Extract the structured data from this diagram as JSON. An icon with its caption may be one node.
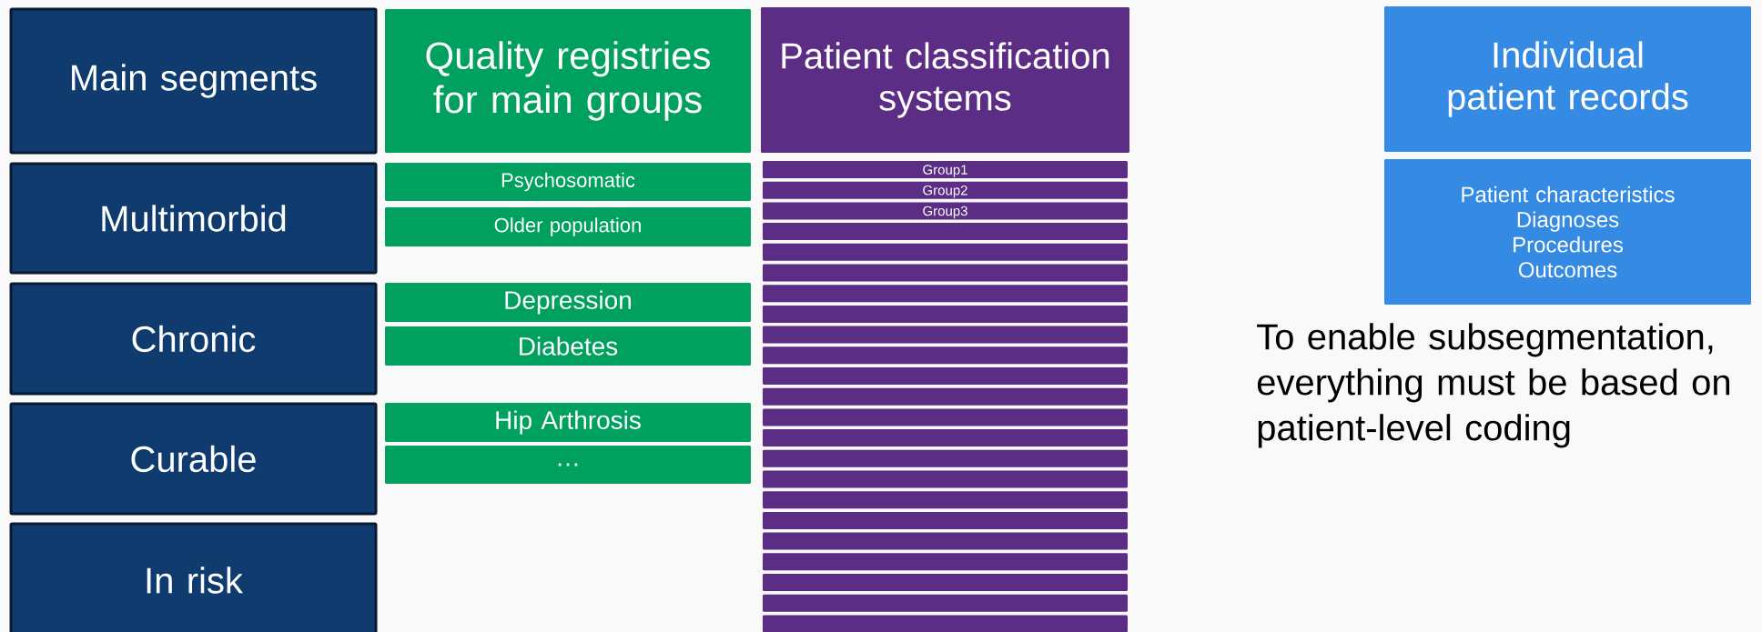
{
  "diagram": {
    "nodes": [
      {
        "text": [
          "Main segments"
        ]
      },
      {
        "text": [
          "Multimorbid"
        ]
      },
      {
        "text": [
          "Chronic"
        ]
      },
      {
        "text": [
          "Curable"
        ]
      },
      {
        "text": [
          "In risk"
        ]
      },
      {
        "text": [
          "Quality registries for main groups"
        ]
      },
      {
        "text": [
          "Psychosomatic"
        ]
      },
      {
        "text": [
          "Older population"
        ]
      },
      {
        "text": [
          "Depression"
        ]
      },
      {
        "text": [
          "Diabetes"
        ]
      },
      {
        "text": [
          "Hip Arthrosis"
        ]
      },
      {
        "text": [
          "…"
        ]
      },
      {
        "text": [
          "Patient classification systems"
        ]
      },
      {
        "text": [
          "Group1"
        ]
      },
      {
        "text": [
          "Group2"
        ]
      },
      {
        "text": [
          "Group3"
        ]
      },
      {
        "text": [],
        "shape": "bar"
      },
      {
        "text": [],
        "shape": "bar"
      },
      {
        "text": [],
        "shape": "bar"
      },
      {
        "text": [],
        "shape": "bar"
      },
      {
        "text": [],
        "shape": "bar"
      },
      {
        "text": [],
        "shape": "bar"
      },
      {
        "text": [],
        "shape": "bar"
      },
      {
        "text": [],
        "shape": "bar"
      },
      {
        "text": [],
        "shape": "bar"
      },
      {
        "text": [],
        "shape": "bar"
      },
      {
        "text": [],
        "shape": "bar"
      },
      {
        "text": [],
        "shape": "bar"
      },
      {
        "text": [],
        "shape": "bar"
      },
      {
        "text": [],
        "shape": "bar"
      },
      {
        "text": [],
        "shape": "bar"
      },
      {
        "text": [],
        "shape": "bar"
      },
      {
        "text": [],
        "shape": "bar"
      },
      {
        "text": [],
        "shape": "bar"
      },
      {
        "text": [],
        "shape": "bar"
      },
      {
        "text": [],
        "shape": "bar"
      },
      {
        "text": [
          "Individual patient records"
        ]
      },
      {
        "text": [
          "Patient characteristics",
          "Diagnoses",
          "Procedures",
          "Outcomes"
        ]
      }
    ],
    "labels": [
      "To enable subsegmentation, everything must be based on patient-level coding"
    ]
  }
}
